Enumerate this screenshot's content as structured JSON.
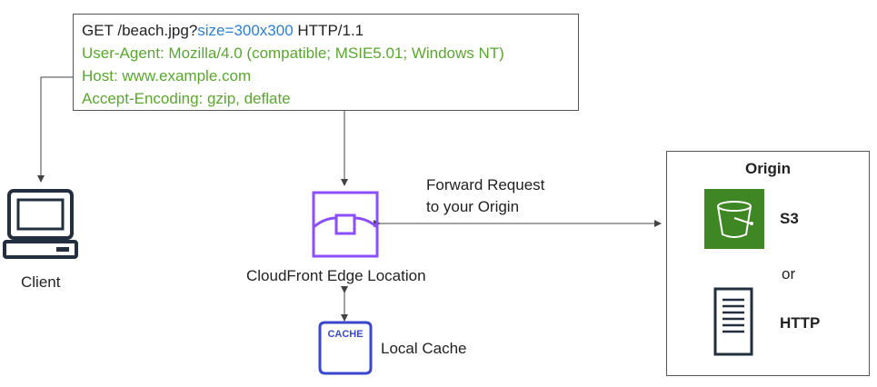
{
  "request": {
    "method_path": "GET /beach.jpg?",
    "query": "size=300x300",
    "protocol": " HTTP/1.1",
    "user_agent": "User-Agent: Mozilla/4.0 (compatible; MSIE5.01; Windows NT)",
    "host": "Host: www.example.com",
    "accept_encoding": "Accept-Encoding: gzip, deflate"
  },
  "client": {
    "label": "Client"
  },
  "edge": {
    "label": "CloudFront Edge Location"
  },
  "cache": {
    "icon_text": "CACHE",
    "label": "Local Cache"
  },
  "forward": {
    "line1": "Forward Request",
    "line2": "to your Origin"
  },
  "origin": {
    "title": "Origin",
    "s3_label": "S3",
    "or_label": "or",
    "http_label": "HTTP"
  },
  "colors": {
    "header_green": "#5aa630",
    "query_blue": "#2f7fd0",
    "cloudfront_purple": "#8c4fff",
    "cache_blue": "#3b48cc",
    "s3_green": "#3f8624"
  },
  "icons": [
    "laptop-icon",
    "cloudfront-icon",
    "cache-icon",
    "s3-bucket-icon",
    "server-icon"
  ]
}
